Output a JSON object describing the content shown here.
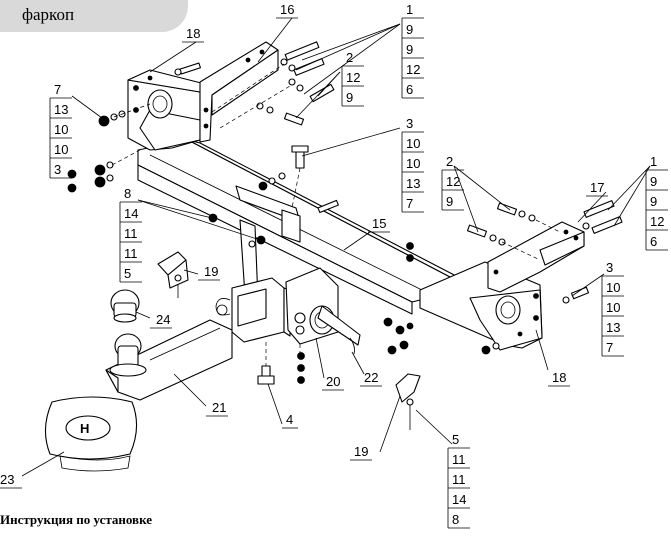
{
  "header": {
    "tab_label": "фаркоп"
  },
  "footer": {
    "caption": "Инструкция по установке"
  },
  "callouts": {
    "c16": "16",
    "c18a": "18",
    "c17": "17",
    "c18b": "18",
    "c15": "15",
    "c19a": "19",
    "c19b": "19",
    "c24": "24",
    "c21": "21",
    "c20": "20",
    "c22": "22",
    "c4": "4",
    "c23": "23"
  },
  "stacks": {
    "s1a": [
      "1",
      "9",
      "9",
      "12",
      "6"
    ],
    "s2a": [
      "2",
      "12",
      "9"
    ],
    "s7": [
      "7",
      "13",
      "10",
      "10",
      "3"
    ],
    "s3a": [
      "3",
      "10",
      "10",
      "13",
      "7"
    ],
    "s2b": [
      "2",
      "12",
      "9"
    ],
    "s1b": [
      "1",
      "9",
      "9",
      "12",
      "6"
    ],
    "s8": [
      "8",
      "14",
      "11",
      "11",
      "5"
    ],
    "s3b": [
      "3",
      "10",
      "10",
      "13",
      "7"
    ],
    "s5": [
      "5",
      "11",
      "11",
      "14",
      "8"
    ]
  }
}
